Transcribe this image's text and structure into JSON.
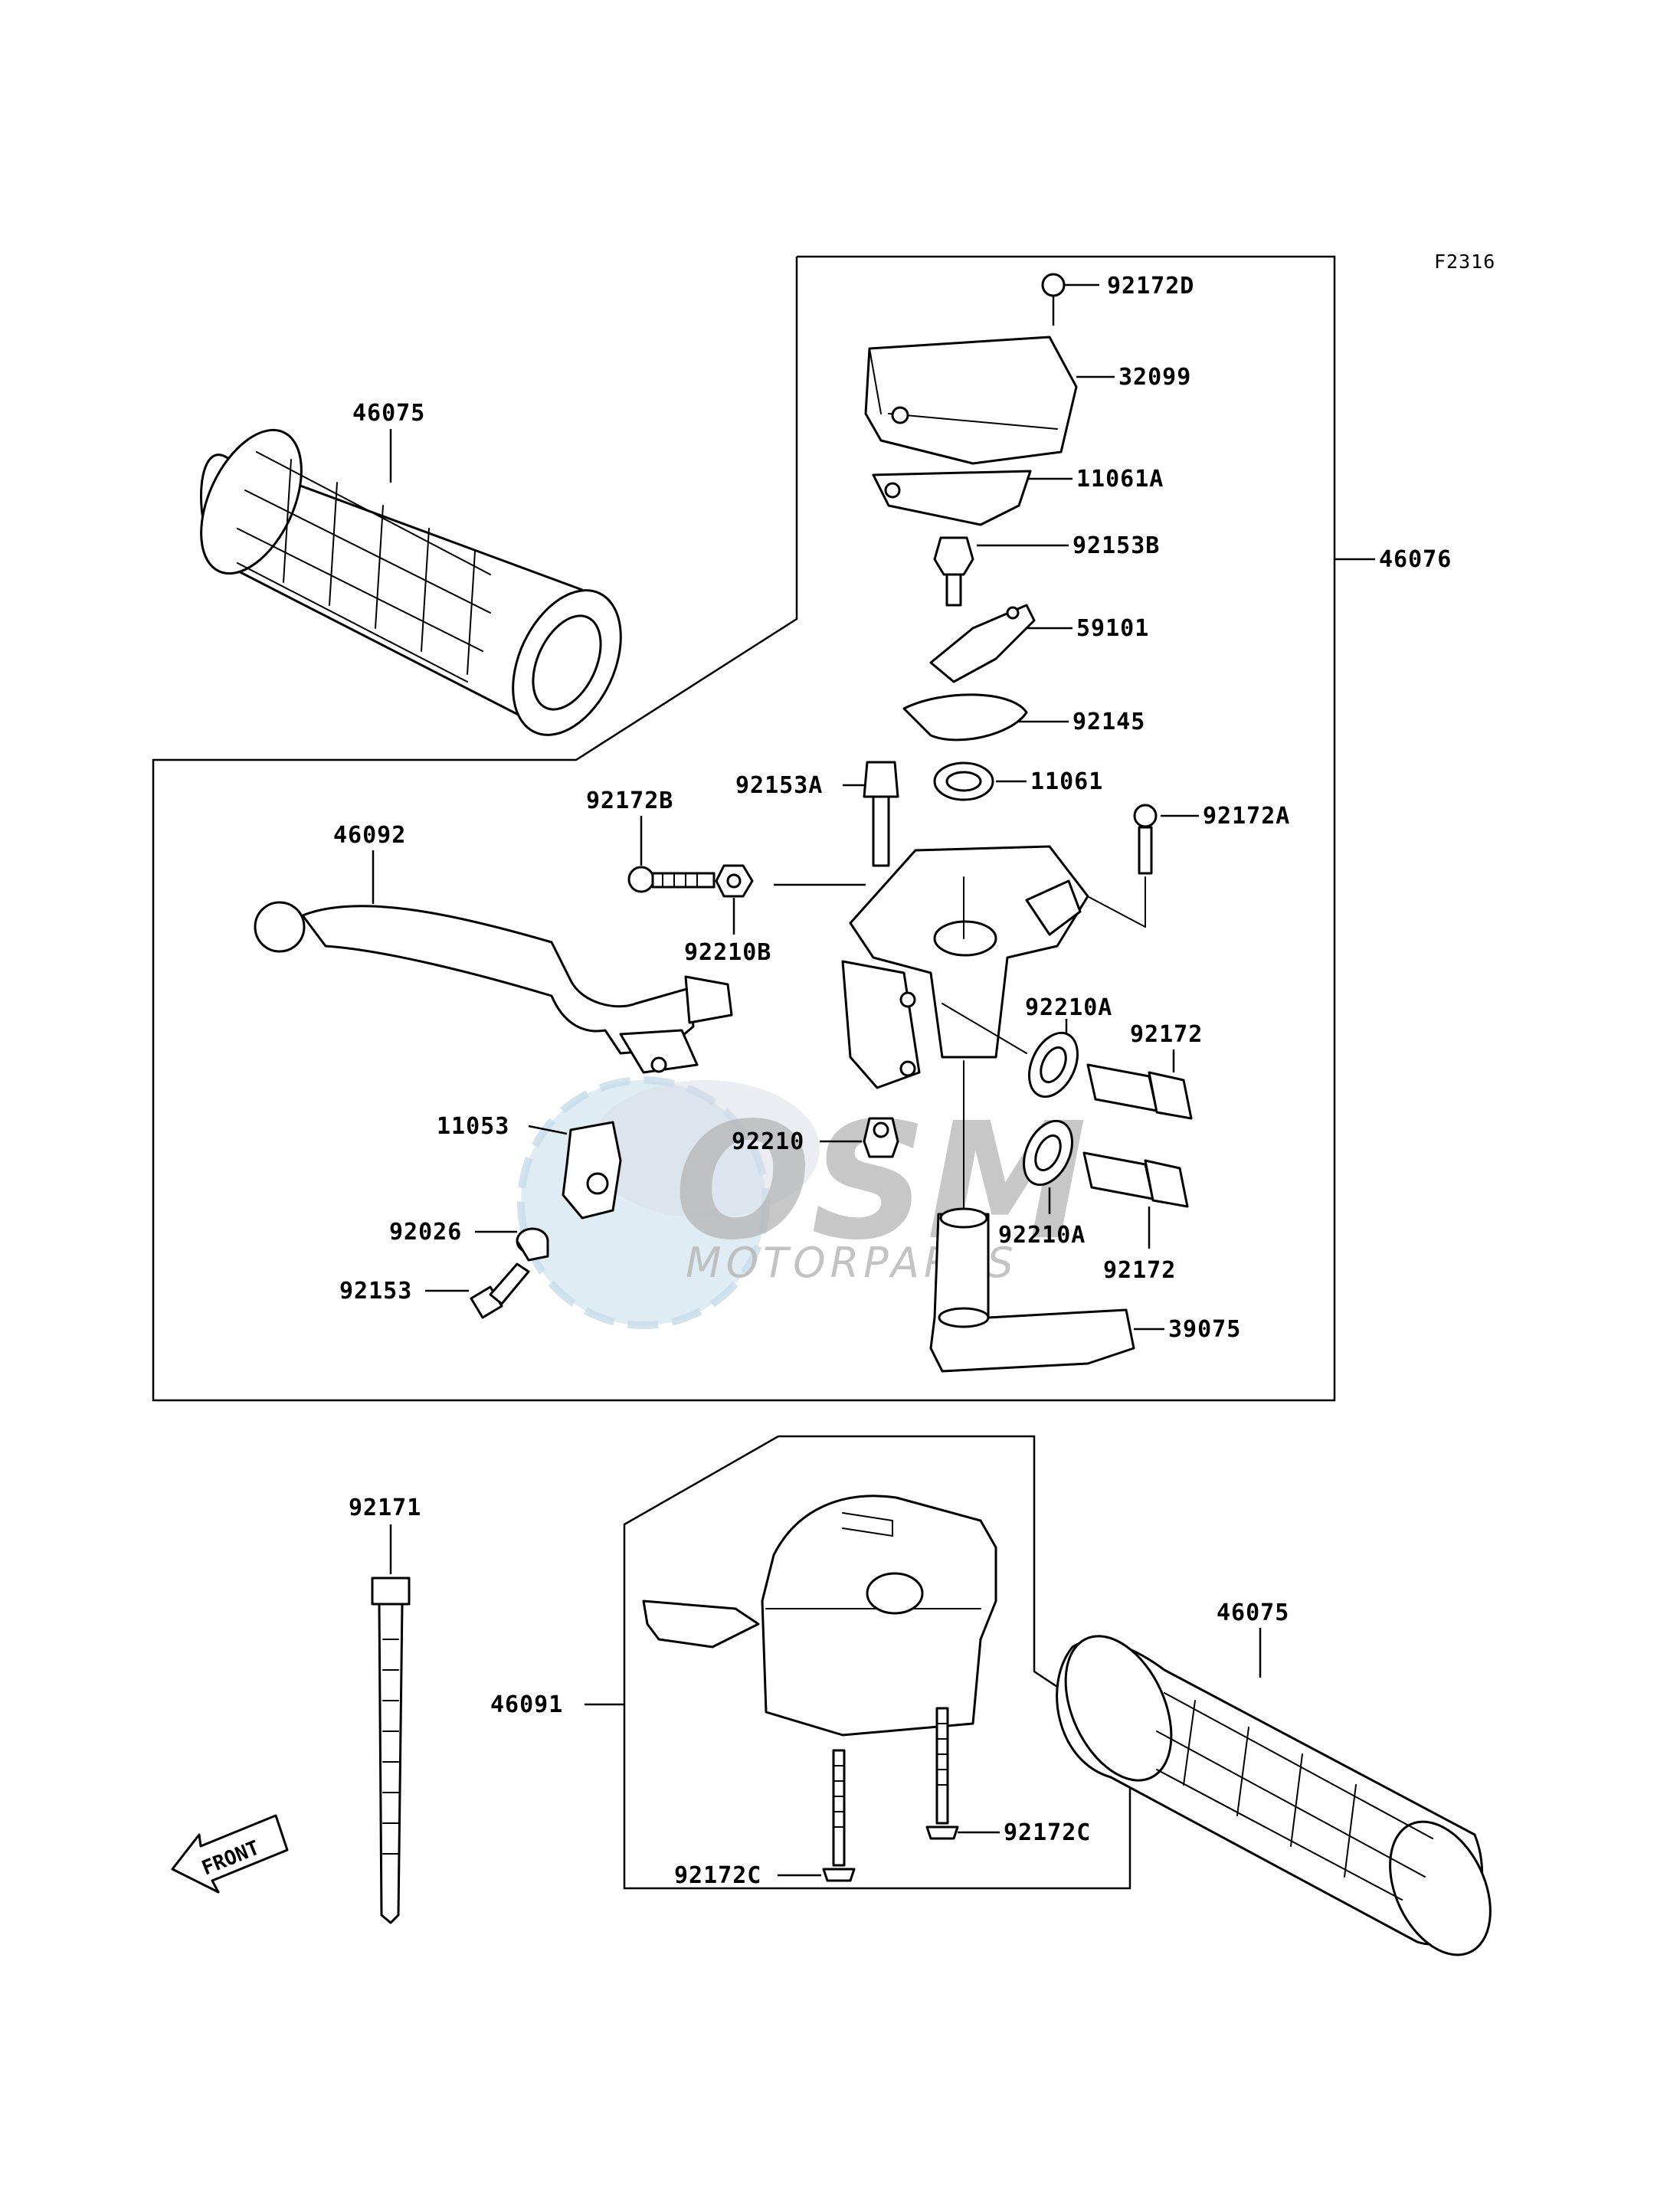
{
  "diagram_code": "F2316",
  "watermark": {
    "brand": "OSM",
    "tagline": "MOTORPARTS"
  },
  "front_arrow_label": "FRONT",
  "labels": {
    "p92172D": "92172D",
    "p32099": "32099",
    "p11061A": "11061A",
    "p46076": "46076",
    "p92153B": "92153B",
    "p59101": "59101",
    "p92145": "92145",
    "p11061": "11061",
    "p92153A": "92153A",
    "p92172A": "92172A",
    "p92172B": "92172B",
    "p46092": "46092",
    "p92210B": "92210B",
    "p92210A_top": "92210A",
    "p92172_top": "92172",
    "p11053": "11053",
    "p92210": "92210",
    "p92026": "92026",
    "p92210A_bottom": "92210A",
    "p92172_bottom": "92172",
    "p92153": "92153",
    "p39075": "39075",
    "p46075_top": "46075",
    "p92171": "92171",
    "p46091": "46091",
    "p92172C_right": "92172C",
    "p92172C_left": "92172C",
    "p46075_bottom": "46075"
  }
}
